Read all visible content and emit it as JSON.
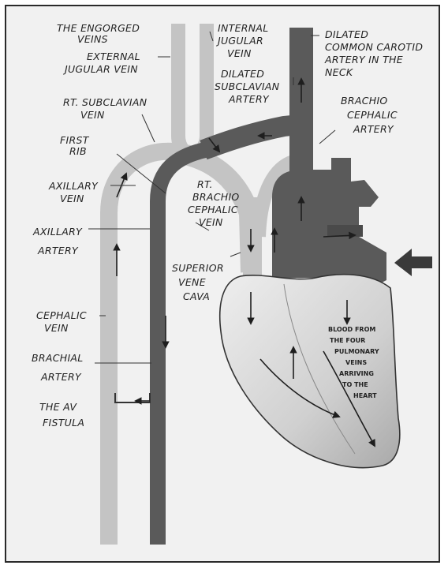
{
  "labels": {
    "engorged_veins": [
      "THE ENGORGED",
      "VEINS"
    ],
    "external_jugular": [
      "EXTERNAL",
      "JUGULAR VEIN"
    ],
    "rt_subclavian": [
      "RT. SUBCLAVIAN",
      "VEIN"
    ],
    "first_rib": [
      "FIRST",
      "RIB"
    ],
    "axillary_vein": [
      "AXILLARY",
      "VEIN"
    ],
    "axillary_artery": [
      "AXILLARY",
      "ARTERY"
    ],
    "cephalic_vein": [
      "CEPHALIC",
      "VEIN"
    ],
    "brachial_artery": [
      "BRACHIAL",
      "ARTERY"
    ],
    "av_fistula": [
      "THE AV",
      "FISTULA"
    ],
    "internal_jugular": [
      "INTERNAL",
      "JUGULAR",
      "VEIN"
    ],
    "dilated_subclavian": [
      "DILATED",
      "SUBCLAVIAN",
      "ARTERY"
    ],
    "dilated_carotid": [
      "DILATED",
      "COMMON CAROTID",
      "ARTERY IN THE",
      "NECK"
    ],
    "brachiocephalic_artery": [
      "BRACHIO",
      "CEPHALIC",
      "ARTERY"
    ],
    "rt_brachiocephalic_vein": [
      "RT.",
      "BRACHIO",
      "CEPHALIC",
      "VEIN"
    ],
    "superior_vena_cava": [
      "SUPERIOR",
      "VENE",
      "CAVA"
    ],
    "pulmonary_note": [
      "BLOOD FROM",
      "THE FOUR",
      "PULMONARY",
      "VEINS",
      "ARRIVING",
      "TO THE",
      "HEART"
    ]
  },
  "colors": {
    "vein": "#c4c4c4",
    "artery": "#5a5a5a",
    "heart": "#d9d9d9",
    "ink": "#222222"
  }
}
